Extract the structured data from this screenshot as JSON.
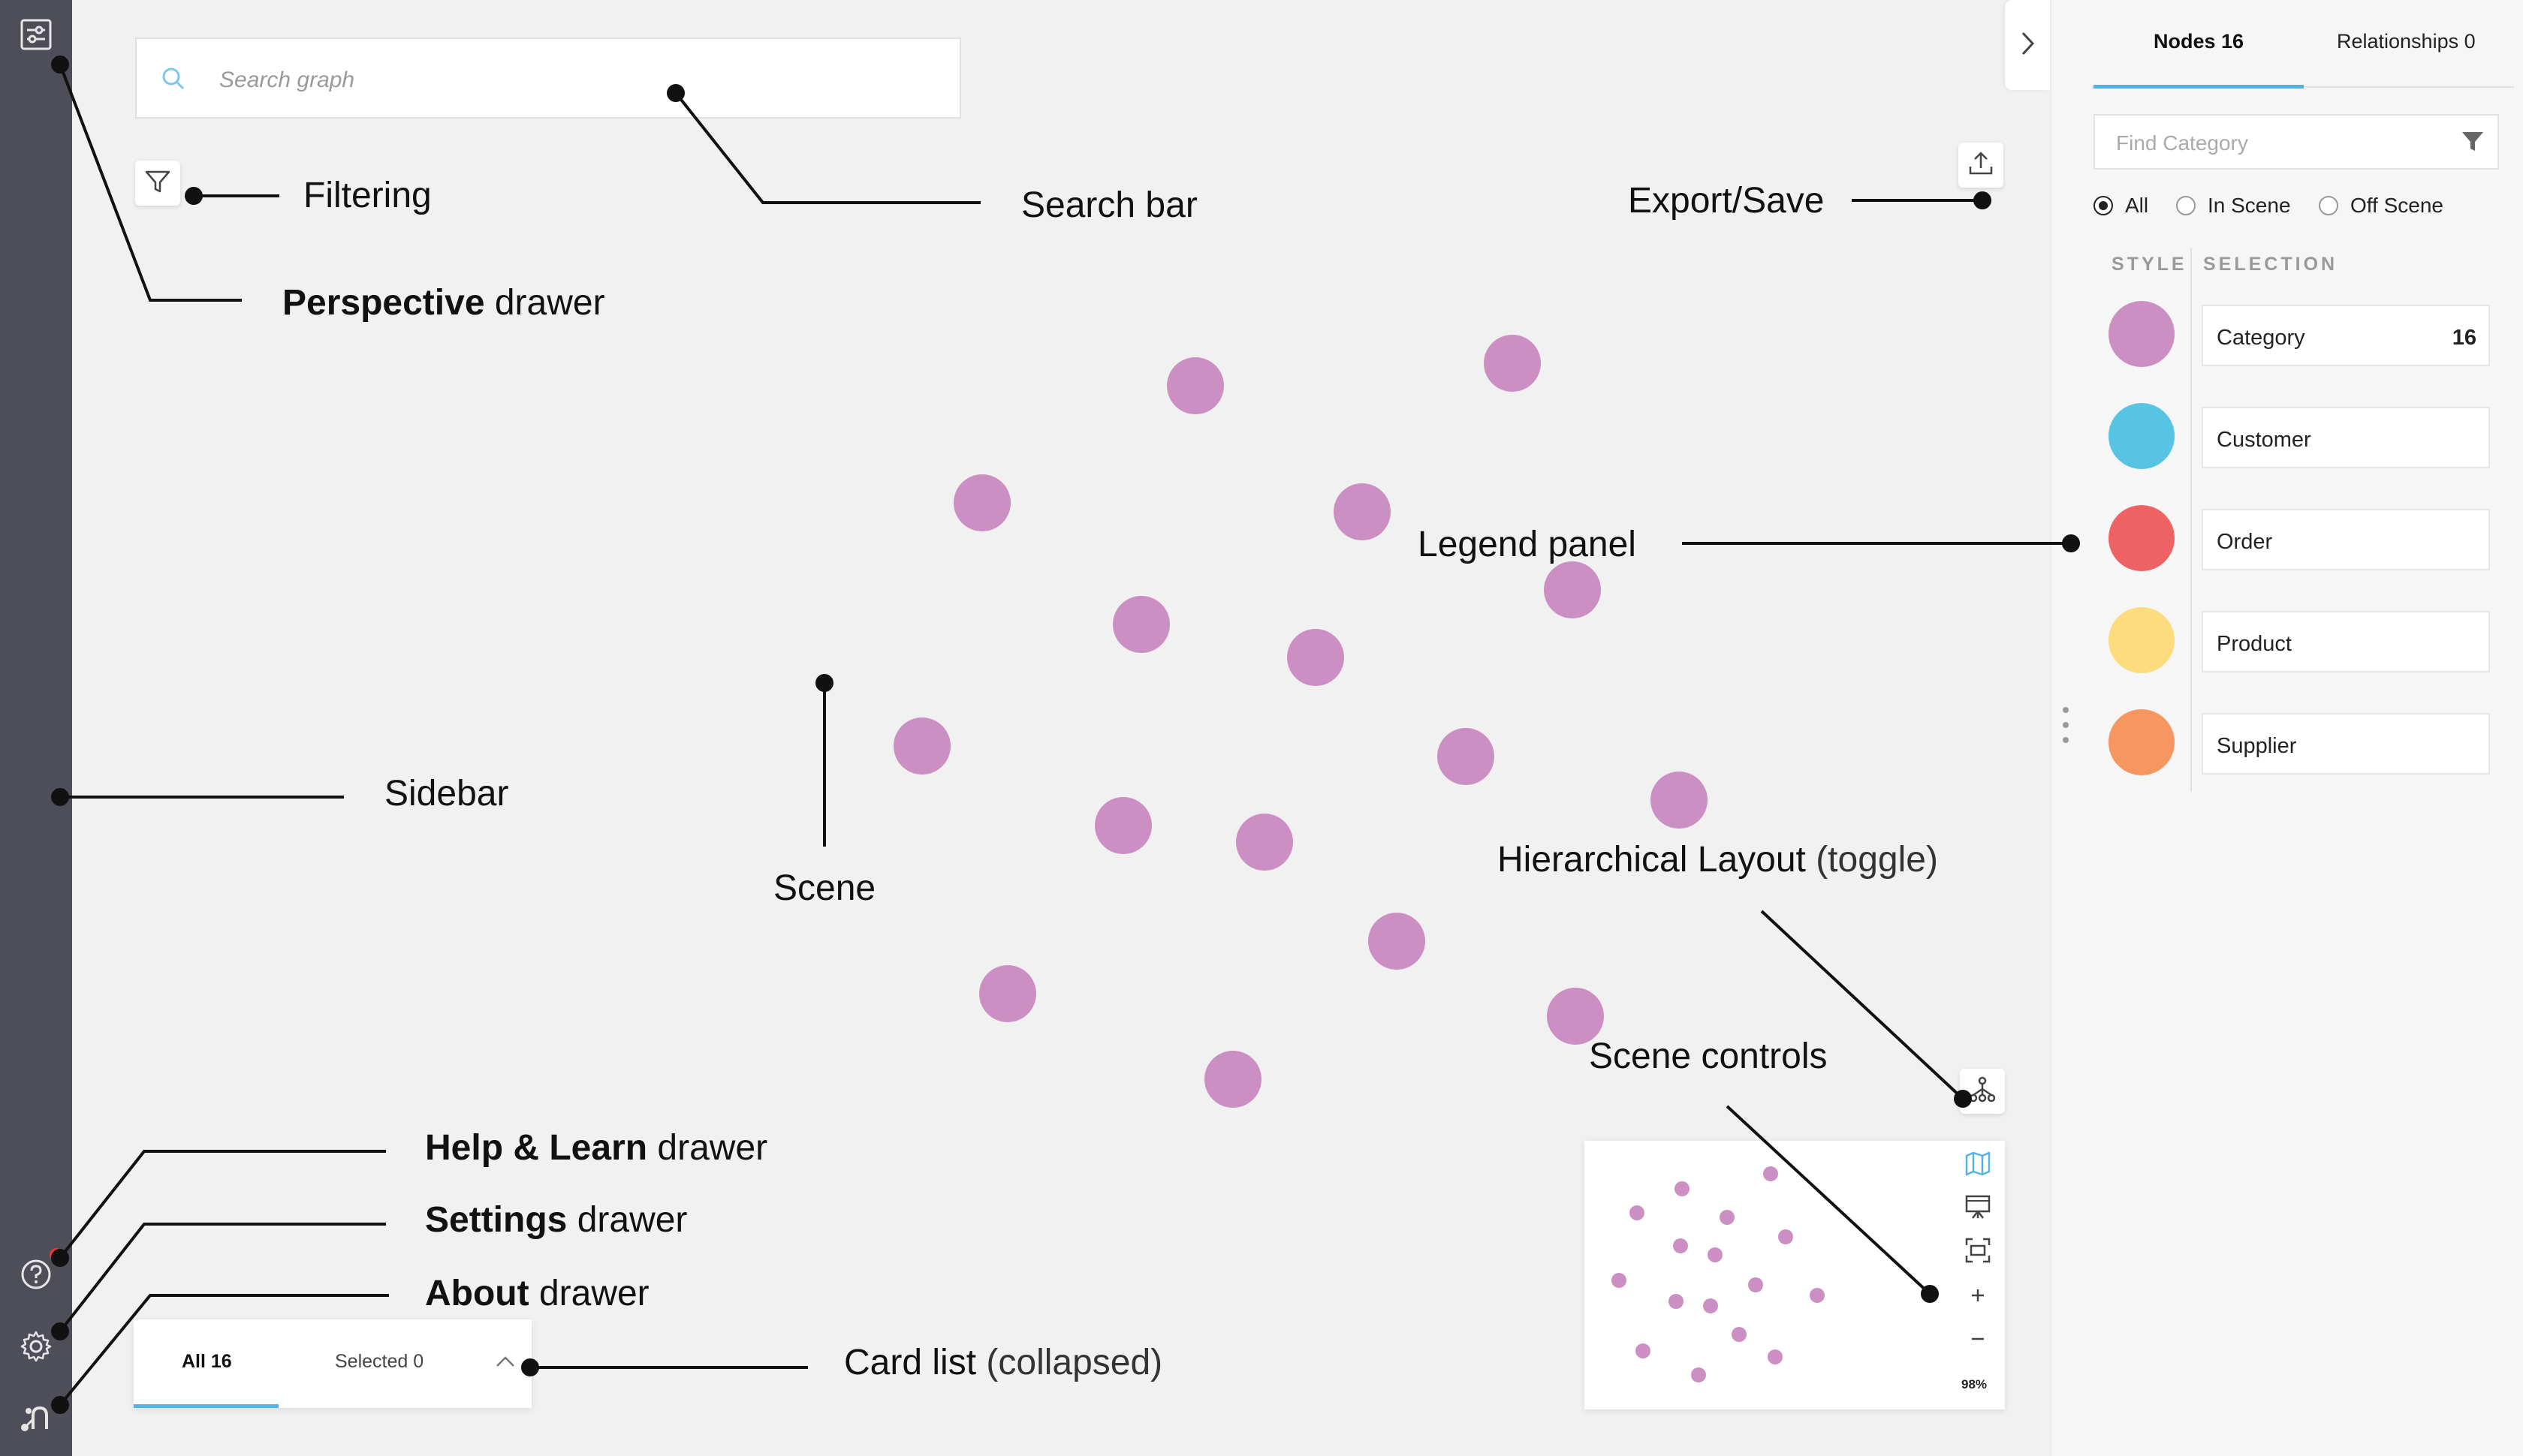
{
  "search": {
    "placeholder": "Search graph"
  },
  "annotations": {
    "perspective": {
      "bold": "Perspective",
      "rest": " drawer"
    },
    "filtering": "Filtering",
    "search_bar": "Search bar",
    "export_save": "Export/Save",
    "legend_panel": "Legend panel",
    "sidebar": "Sidebar",
    "scene": "Scene",
    "hierarchical": {
      "main": "Hierarchical Layout",
      "note": " (toggle)"
    },
    "scene_controls": "Scene controls",
    "help": {
      "bold": "Help & Learn",
      "rest": " drawer"
    },
    "settings": {
      "bold": "Settings",
      "rest": " drawer"
    },
    "about": {
      "bold": "About",
      "rest": " drawer"
    },
    "card_list": {
      "main": "Card list",
      "note": " (collapsed)"
    }
  },
  "card_list": {
    "all_label": "All 16",
    "selected_label": "Selected 0"
  },
  "minimap": {
    "zoom": "98%"
  },
  "panel": {
    "tabs": {
      "nodes": "Nodes 16",
      "relationships": "Relationships 0"
    },
    "find_placeholder": "Find Category",
    "radios": {
      "all": "All",
      "in_scene": "In Scene",
      "off_scene": "Off Scene",
      "selected": "all"
    },
    "headers": {
      "style": "STYLE",
      "selection": "SELECTION"
    },
    "categories": [
      {
        "label": "Category",
        "count": "16",
        "color": "#cc8fc4"
      },
      {
        "label": "Customer",
        "count": "",
        "color": "#58c4e4"
      },
      {
        "label": "Order",
        "count": "",
        "color": "#ee6263"
      },
      {
        "label": "Product",
        "count": "",
        "color": "#fcdc7c"
      },
      {
        "label": "Supplier",
        "count": "",
        "color": "#f69661"
      }
    ]
  },
  "colors": {
    "sidebar": "#4e4e59",
    "accent": "#55b2e6",
    "node": "#cc8fc4",
    "canvas": "#f1f1f1"
  },
  "icons": {
    "sidebar_top": "perspective-icon",
    "help": "help-icon",
    "settings": "gear-icon",
    "about": "bloom-logo-icon",
    "filter": "filter-icon",
    "export": "upload-icon",
    "hierarchy": "hierarchy-icon",
    "collapse": "chevron-right-icon",
    "minimap_ctrls": [
      "map-icon",
      "presentation-icon",
      "fit-icon",
      "zoom-in-icon",
      "zoom-out-icon"
    ]
  }
}
